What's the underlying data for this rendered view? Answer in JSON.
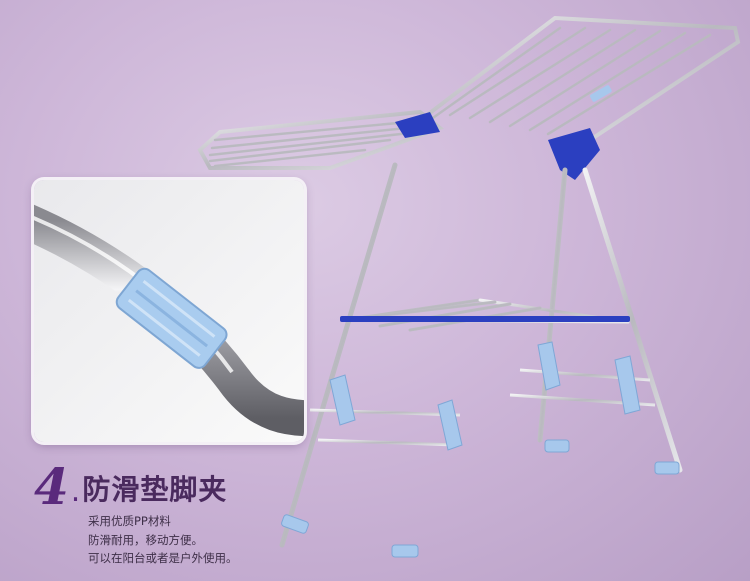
{
  "heading": {
    "number": "4",
    "separator": ".",
    "title": "防滑垫脚夹"
  },
  "description": [
    "采用优质PP材料",
    "防滑耐用，移动方便。",
    "可以在阳台或者是户外使用。"
  ],
  "colors": {
    "background": "#cdb6d8",
    "accent_purple": "#5a2a7c",
    "clip_blue": "#2b3fc0",
    "foot_pad_light_blue": "#a7c8ec",
    "steel": "#c8c8cc"
  }
}
